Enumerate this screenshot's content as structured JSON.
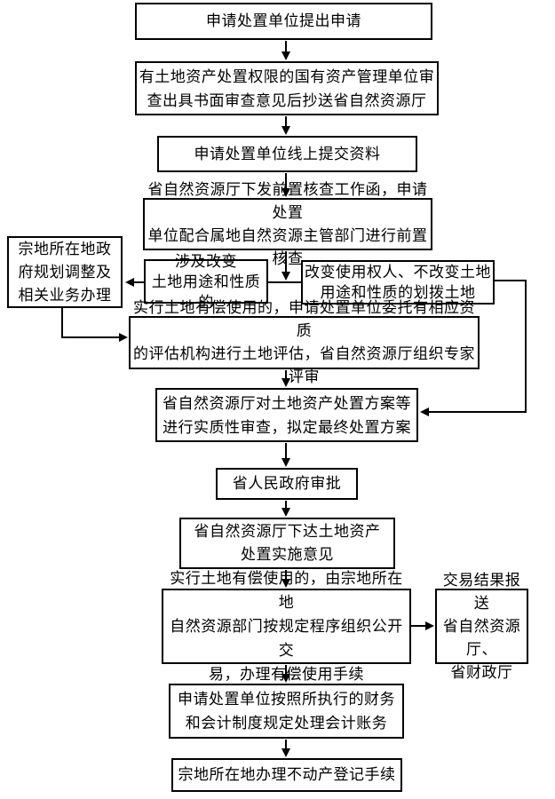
{
  "page": {
    "background_color": "#ffffff",
    "line_color": "#000000",
    "text_color": "#000000"
  },
  "nodes": {
    "apply": "申请处置单位提出申请",
    "unit_review": "有土地资产处置权限的国有资产管理单位审\n查出具书面审查意见后抄送省自然资源厅",
    "online_submit": "申请处置单位线上提交资料",
    "precheck": "省自然资源厅下发前置核查工作函，申请处置\n单位配合属地自然资源主管部门进行前置核查",
    "planning": "宗地所在地政\n府规划调整及\n相关业务办理",
    "change_use": "涉及改变\n土地用途和性质的",
    "allocated": "改变使用权人、不改变土地\n用途和性质的划拨土地",
    "appraisal": "实行土地有偿使用的，申请处置单位委托有相应资质\n的评估机构进行土地评估，省自然资源厅组织专家评审",
    "substantive": "省自然资源厅对土地资产处置方案等\n进行实质性审查，拟定最终处置方案",
    "gov_approval": "省人民政府审批",
    "implementation": "省自然资源厅下达土地资产\n处置实施意见",
    "trade": "实行土地有偿使用的，由宗地所在地\n自然资源部门按规定程序组织公开交\n易，办理有偿使用手续",
    "trade_result": "交易结果报送\n省自然资源厅、\n省财政厅",
    "accounting": "申请处置单位按照所执行的财务\n和会计制度规定处理会计账务",
    "registration": "宗地所在地办理不动产登记手续"
  }
}
